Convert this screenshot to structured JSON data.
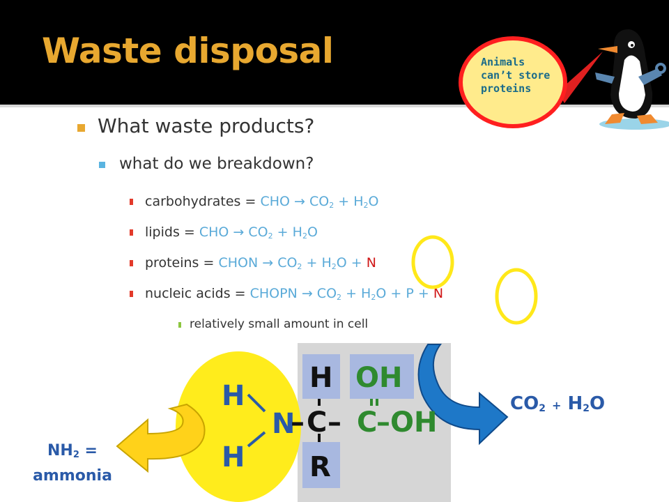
{
  "slide": {
    "title": "Waste disposal"
  },
  "callout": {
    "line1": "Animals",
    "line2": "can’t store",
    "line3": "proteins"
  },
  "bullets": {
    "q1": "What waste products?",
    "q2": "what do we breakdown?",
    "carb_label": "carbohydrates = ",
    "carb_formula": "CHO",
    "lipid_label": "lipids = ",
    "lipid_formula": "CHO",
    "protein_label": "proteins = ",
    "protein_formula": "CHON",
    "nucleic_label": "nucleic acids = ",
    "nucleic_formula": "CHOPN",
    "arrow": "→",
    "co2": "CO",
    "h2o": "H",
    "o": "O",
    "sub2": "2",
    "plus": "+",
    "p": "P",
    "n": "N",
    "small_note": "relatively small amount in cell"
  },
  "molecule": {
    "h_top": "H",
    "oh_top": "OH",
    "h_left_top": "H",
    "h_left_bottom": "H",
    "n": "N",
    "dash1": "–",
    "c": "C",
    "dash2": "–",
    "c2": "C",
    "oh_right": "–OH",
    "r": "R"
  },
  "labels": {
    "co2_h2o_co": "CO",
    "co2_h2o_sub": "2",
    "co2_h2o_plus": "+",
    "co2_h2o_h": "H",
    "co2_h2o_o": "O",
    "nh2": "NH",
    "nh2_sub": "2",
    "nh2_eq": " =",
    "ammonia": "ammonia"
  },
  "colors": {
    "title": "#e8a830",
    "formula_blue": "#5aaad8",
    "nitrogen_red": "#d01818",
    "highlight_yellow": "#ffe81a",
    "arrow_blue": "#1e78c8",
    "arrow_yellow": "#ffd21a",
    "molecule_green": "#2f8a2f",
    "molecule_blue": "#2a5aa8"
  }
}
